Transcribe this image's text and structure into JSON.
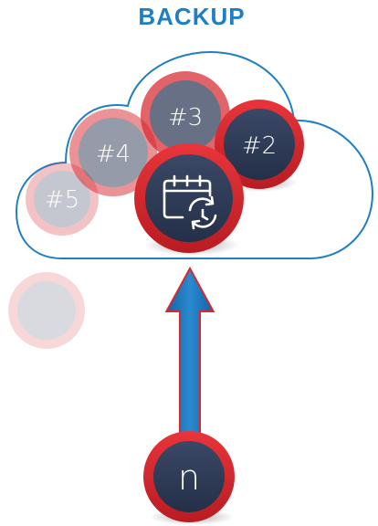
{
  "diagram": {
    "title": "BACKUP",
    "colors": {
      "title": "#1f7fc4",
      "cloud_stroke": "#1f7fc4",
      "arrow_fill": "#1f7fc4",
      "arrow_outline": "#d7282f",
      "node_fill": "#2e3a55",
      "node_ring": "#d7282f",
      "label": "#ffffff"
    },
    "nodes": [
      {
        "id": "n5",
        "label": "#5"
      },
      {
        "id": "n4",
        "label": "#4"
      },
      {
        "id": "n3",
        "label": "#3"
      },
      {
        "id": "n2",
        "label": "#2"
      },
      {
        "id": "n1",
        "label": "",
        "icon": "calendar-sync-icon"
      },
      {
        "id": "n-ghost",
        "label": ""
      },
      {
        "id": "n-source",
        "label": "n"
      }
    ]
  }
}
